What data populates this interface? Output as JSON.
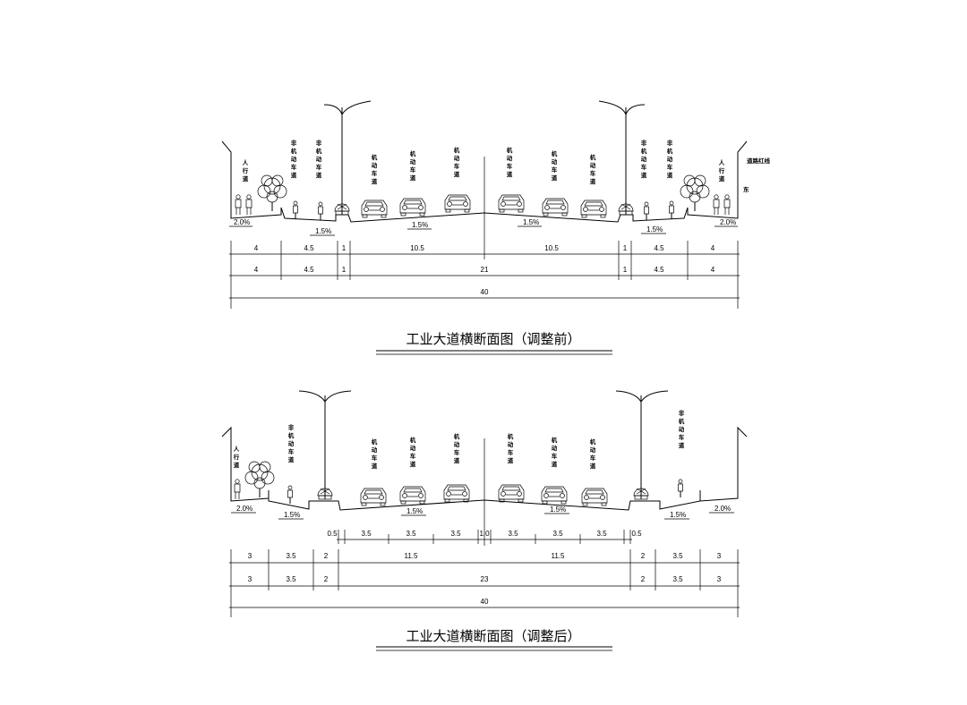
{
  "sections": [
    {
      "id": "before",
      "title": "工业大道横断面图（调整前）",
      "labels": {
        "sidewalk": "人行道",
        "non_motor": "非机动车道",
        "motor": "机动车道",
        "red_line": "道路红线",
        "side_mark": "东"
      },
      "slopes": [
        "2.0%",
        "1.5%",
        "1.5%",
        "1.5%",
        "1.5%",
        "2.0%"
      ],
      "dim_row1": [
        "4",
        "4.5",
        "1",
        "10.5",
        "10.5",
        "1",
        "4.5",
        "4"
      ],
      "dim_row2": [
        "4",
        "4.5",
        "1",
        "21",
        "1",
        "4.5",
        "4"
      ],
      "dim_total": "40"
    },
    {
      "id": "after",
      "title": "工业大道横断面图（调整后）",
      "labels": {
        "sidewalk": "人行道",
        "non_motor": "非机动车道",
        "motor": "机动车道"
      },
      "slopes": [
        "2.0%",
        "1.5%",
        "1.5%",
        "1.5%",
        "1.5%",
        "2.0%"
      ],
      "dim_lanes": [
        "0.5",
        "3.5",
        "3.5",
        "3.5",
        "1.0",
        "3.5",
        "3.5",
        "3.5",
        "0.5"
      ],
      "dim_row1": [
        "3",
        "3.5",
        "2",
        "11.5",
        "11.5",
        "2",
        "3.5",
        "3"
      ],
      "dim_row2": [
        "3",
        "3.5",
        "2",
        "23",
        "2",
        "3.5",
        "3"
      ],
      "dim_total": "40"
    }
  ]
}
